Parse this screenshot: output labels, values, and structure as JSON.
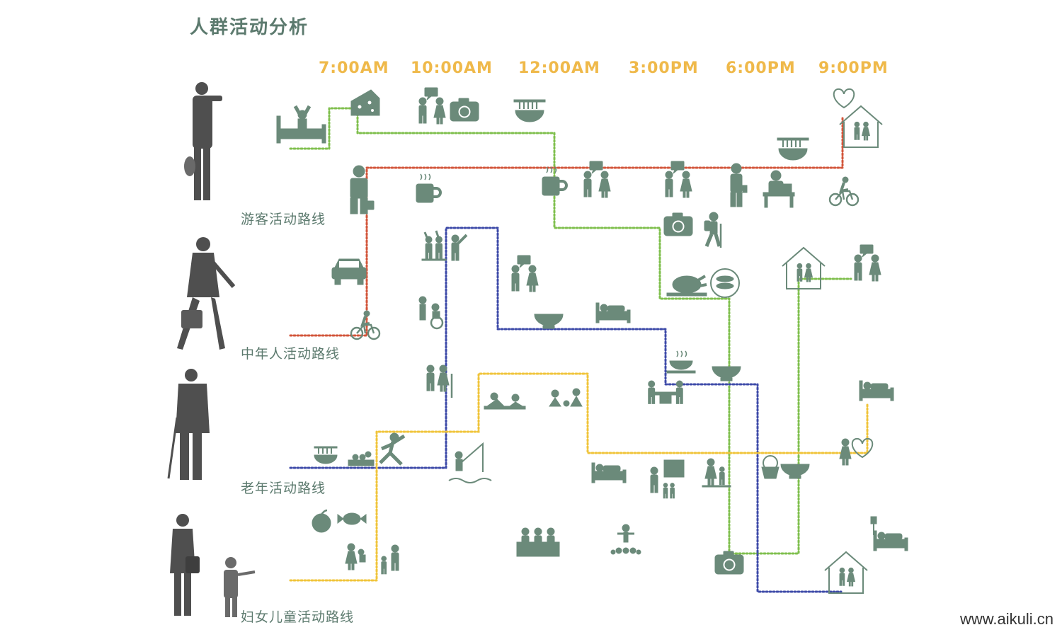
{
  "title": "人群活动分析",
  "times": [
    "7:00AM",
    "10:00AM",
    "12:00AM",
    "3:00PM",
    "6:00PM",
    "9:00PM"
  ],
  "groups": {
    "tourist": "游客活动路线",
    "middle_aged": "中年人活动路线",
    "elderly": "老年活动路线",
    "women_children": "妇女儿童活动路线"
  },
  "watermark": "www.aikuli.cn",
  "colors": {
    "icon": "#6b8a7a",
    "title": "#5c7a6e",
    "time": "#efb94a",
    "route_red": "#d2553a",
    "route_green": "#7fbf4d",
    "route_blue": "#3d4aa8",
    "route_yellow": "#f0c43a"
  }
}
